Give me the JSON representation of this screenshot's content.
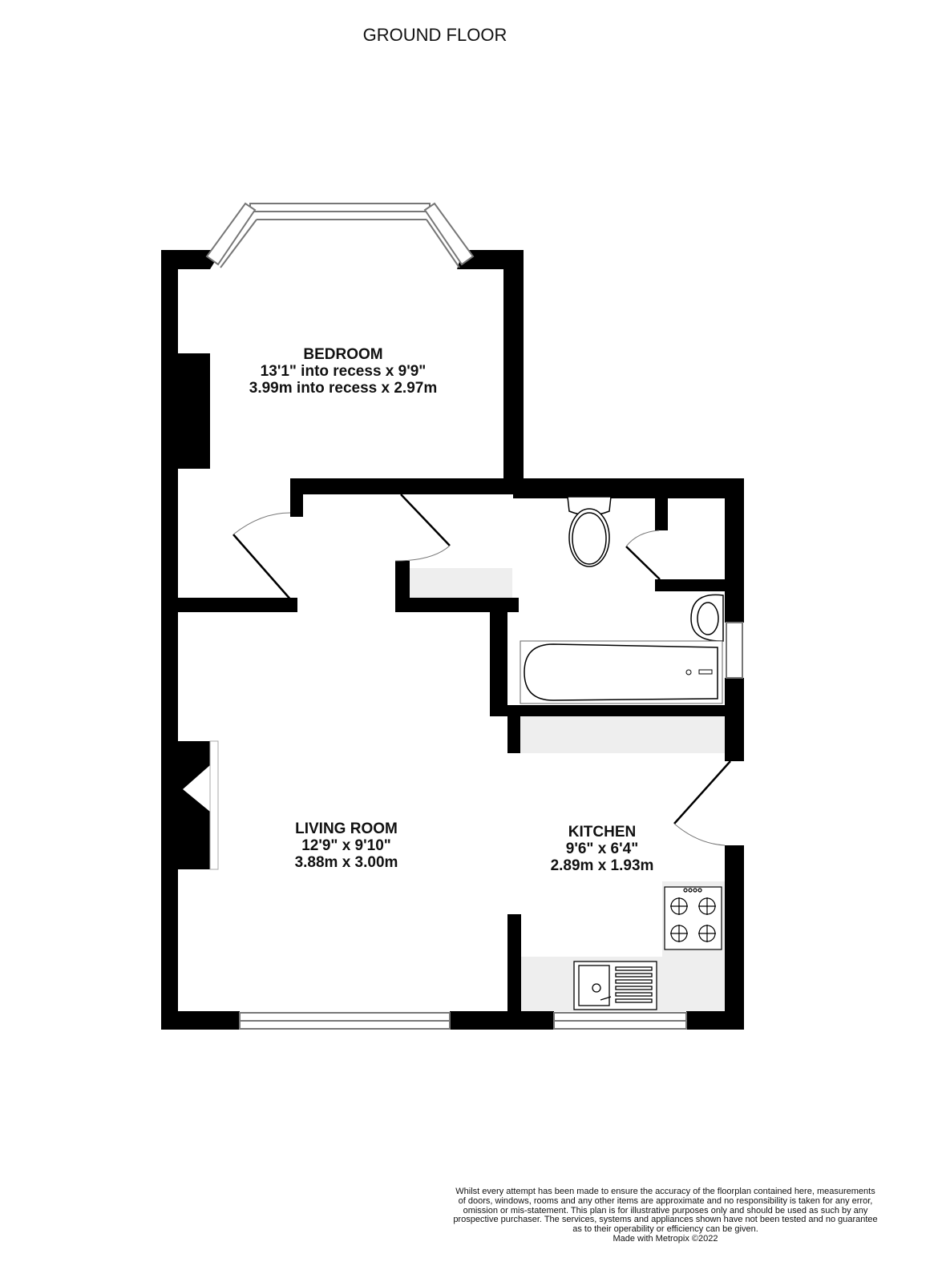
{
  "floor_title": "GROUND FLOOR",
  "rooms": [
    {
      "name": "BEDROOM",
      "imperial": "13'1\" into recess x 9'9\"",
      "metric": "3.99m into recess x 2.97m"
    },
    {
      "name": "LIVING ROOM",
      "imperial": "12'9\"  x 9'10\"",
      "metric": "3.88m  x 3.00m"
    },
    {
      "name": "KITCHEN",
      "imperial": "9'6\"  x 6'4\"",
      "metric": "2.89m  x 1.93m"
    }
  ],
  "disclaimer": {
    "lines": [
      "Whilst every attempt has been made to ensure the accuracy of the floorplan contained here, measurements",
      "of doors, windows, rooms and any other items are approximate and no responsibility is taken for any error,",
      "omission or mis-statement. This plan is for illustrative purposes only and should be used as such by any",
      "prospective purchaser. The services, systems and appliances shown have not been tested and no guarantee",
      "as to their operability or efficiency can be given."
    ],
    "credit": "Made with Metropix ©2022"
  },
  "colors": {
    "wall": "#000000",
    "window": "#888888",
    "counter": "#eeeeee"
  }
}
